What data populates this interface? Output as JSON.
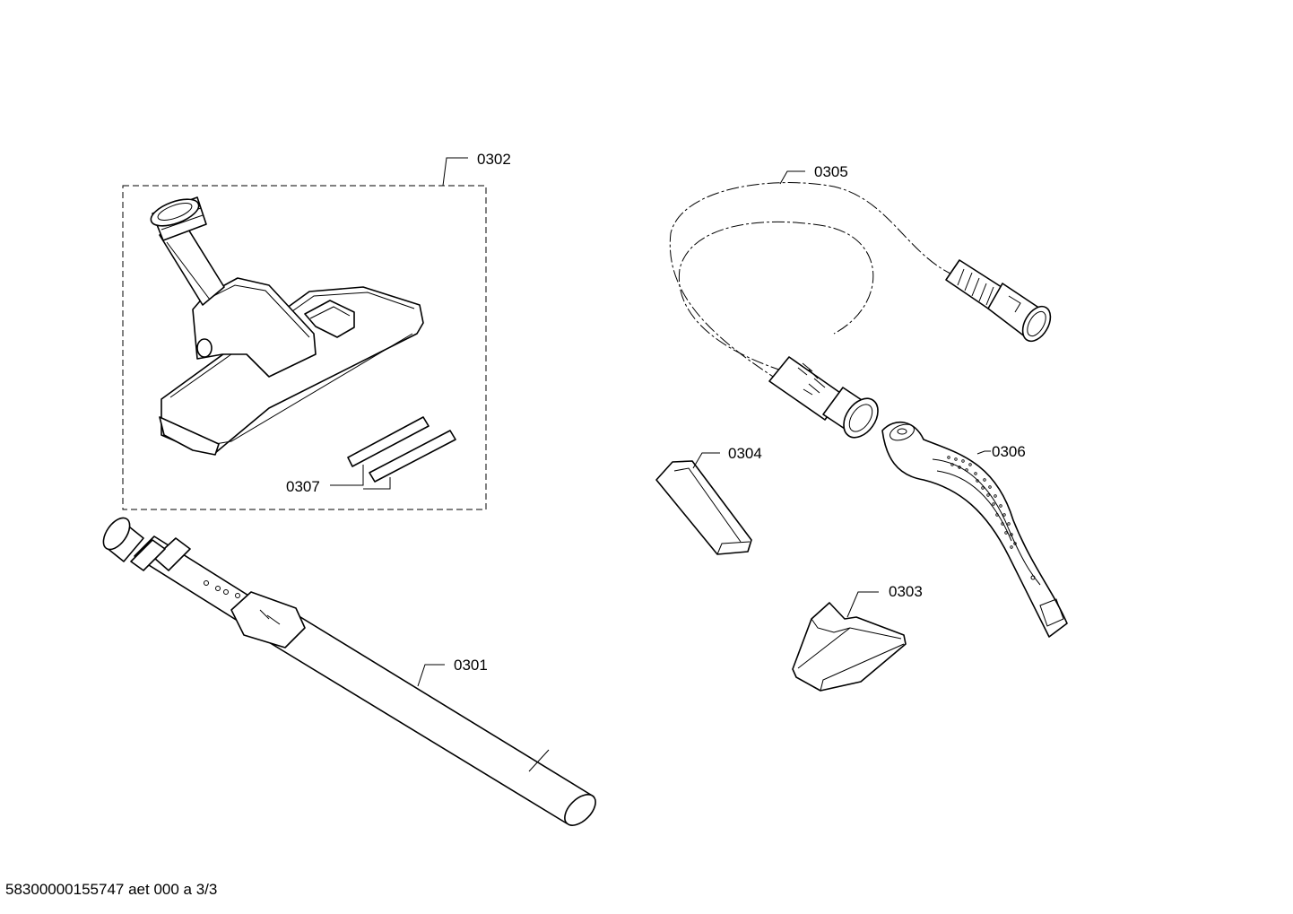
{
  "parts": {
    "p0301": "0301",
    "p0302": "0302",
    "p0303": "0303",
    "p0304": "0304",
    "p0305": "0305",
    "p0306": "0306",
    "p0307": "0307"
  },
  "footer": "58300000155747 aet 000 a 3/3"
}
